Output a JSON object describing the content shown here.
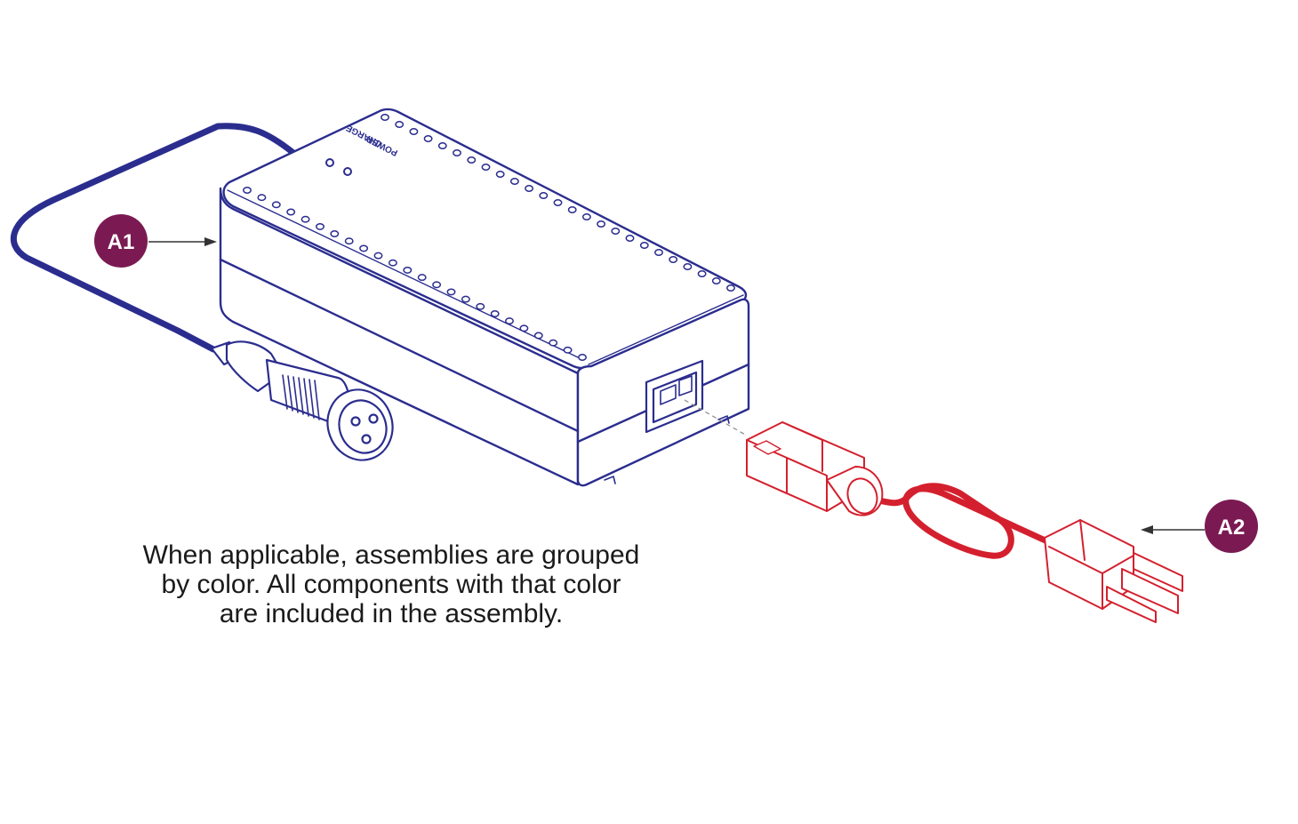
{
  "callouts": [
    {
      "id": "a1",
      "label": "A1"
    },
    {
      "id": "a2",
      "label": "A2"
    }
  ],
  "charger": {
    "label_charge": "CHARGE",
    "label_power": "POWER"
  },
  "caption": {
    "line1": "When applicable, assemblies are grouped",
    "line2": "by color. All components with that color",
    "line3": "are included in the assembly."
  },
  "colors": {
    "assembly_a1": "#2b2d8e",
    "assembly_a2": "#d4202e",
    "callout_fill": "#7b1a52",
    "callout_text": "#ffffff",
    "text": "#1a1a1a",
    "leader": "#333333"
  },
  "icons": {
    "charger": "battery-charger-icon",
    "xlr_plug": "xlr-connector-icon",
    "iec_plug": "iec-c13-plug-icon",
    "wall_plug": "nema-wall-plug-icon"
  }
}
